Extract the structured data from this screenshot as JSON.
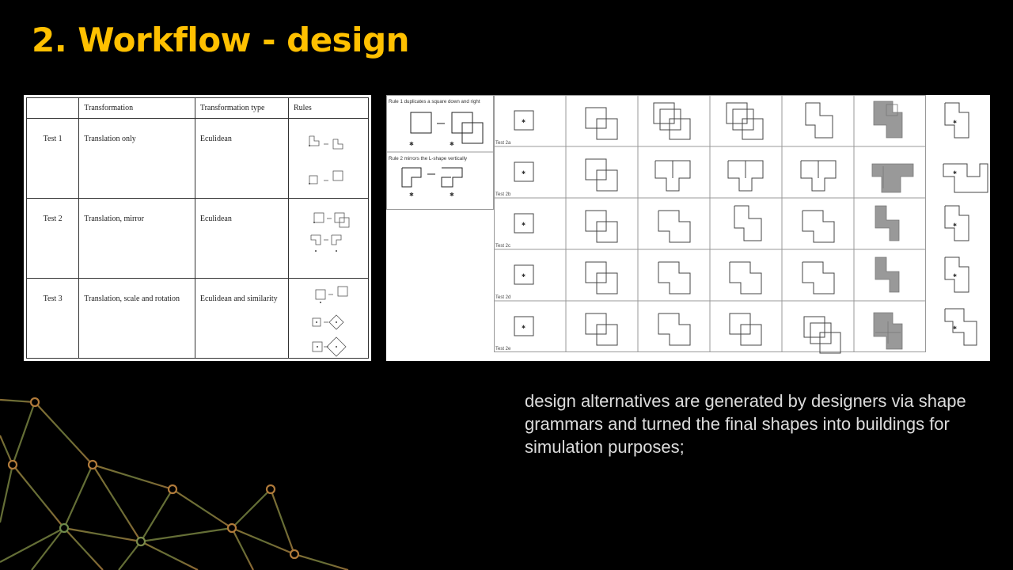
{
  "slide": {
    "title": "2. Workflow - design",
    "caption": "design alternatives are generated by designers via shape grammars and turned the final shapes into buildings for simulation purposes;"
  },
  "rules_table": {
    "headers": [
      "",
      "Transformation",
      "Transformation type",
      "Rules"
    ],
    "rows": [
      {
        "test": "Test 1",
        "transformation": "Translation only",
        "type": "Eculidean"
      },
      {
        "test": "Test 2",
        "transformation": "Translation, mirror",
        "type": "Eculidean"
      },
      {
        "test": "Test 3",
        "transformation": "Translation, scale and rotation",
        "type": "Eculidean and similarity"
      }
    ]
  },
  "rule_panel": {
    "rule1": "Rule 1 duplicates a square down and right",
    "rule2": "Rule 2 mirrors the L-shape vertically"
  },
  "test_rows": [
    "Test 2a",
    "Test 2b",
    "Test 2c",
    "Test 2d",
    "Test 2e"
  ],
  "colors": {
    "title": "#ffc000",
    "caption": "#dcdcdc",
    "background": "#000000",
    "shaded_shape": "#999999"
  }
}
